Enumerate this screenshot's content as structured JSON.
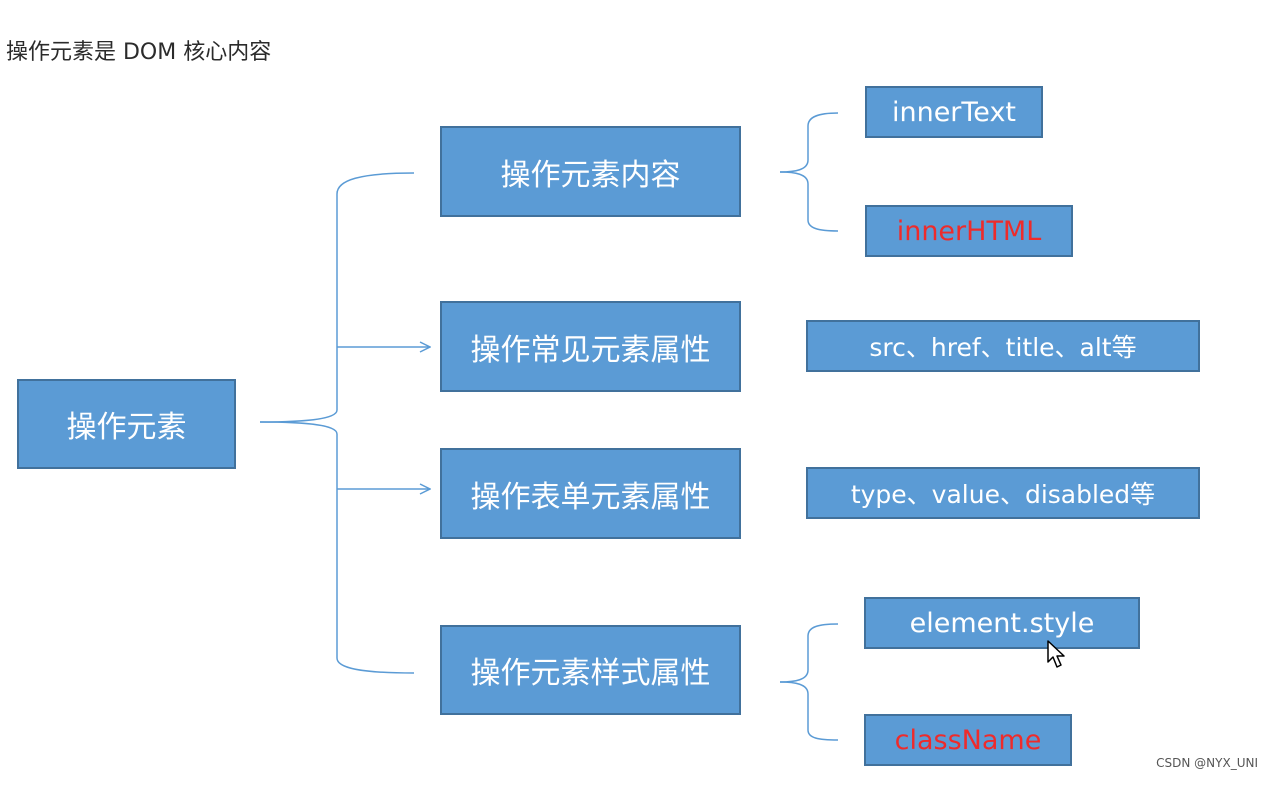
{
  "heading": "操作元素是 DOM 核心内容",
  "root": {
    "label": "操作元素"
  },
  "categories": [
    {
      "label": "操作元素内容"
    },
    {
      "label": "操作常见元素属性"
    },
    {
      "label": "操作表单元素属性"
    },
    {
      "label": "操作元素样式属性"
    }
  ],
  "leaves": {
    "content": [
      "innerText",
      "innerHTML"
    ],
    "common_attributes": "src、href、title、alt等",
    "form_attributes": "type、value、disabled等",
    "style": [
      "element.style",
      "className"
    ]
  },
  "highlighted_leaves": [
    "innerHTML",
    "className"
  ],
  "watermark": "CSDN @NYX_UNI",
  "colors": {
    "box_fill": "#5b9bd5",
    "box_border": "#41719c",
    "box_text": "#ffffff",
    "highlight_text": "#ee2b2b",
    "connector": "#5b9bd5"
  },
  "icons": [
    "mouse-cursor-icon"
  ]
}
